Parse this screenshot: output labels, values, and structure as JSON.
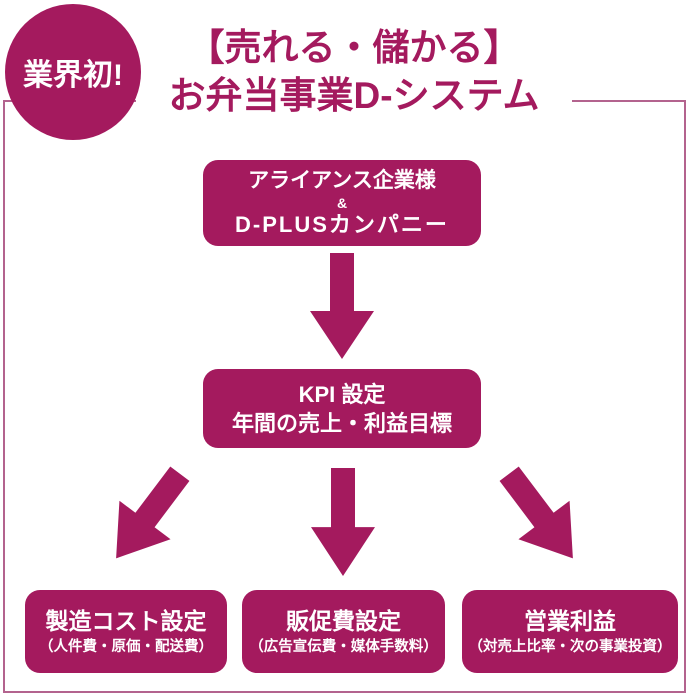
{
  "colors": {
    "accent_magenta": "#a41a5e",
    "frame_border": "#b3638e",
    "background": "#ffffff",
    "box_text": "#ffffff"
  },
  "badge": {
    "label": "業界初!"
  },
  "title": {
    "line1": "【売れる・儲かる】",
    "line2": "お弁当事業D-システム"
  },
  "flow": {
    "top_box": {
      "line1": "アライアンス企業様",
      "line2": "&",
      "line3": "D-PLUSカンパニー"
    },
    "kpi_box": {
      "line1": "KPI 設定",
      "line2": "年間の売上・利益目標"
    },
    "bottom_boxes": [
      {
        "title": "製造コスト設定",
        "subtitle": "（人件費・原価・配送費）"
      },
      {
        "title": "販促費設定",
        "subtitle": "（広告宣伝費・媒体手数料）"
      },
      {
        "title": "営業利益",
        "subtitle": "（対売上比率・次の事業投資）"
      }
    ]
  }
}
